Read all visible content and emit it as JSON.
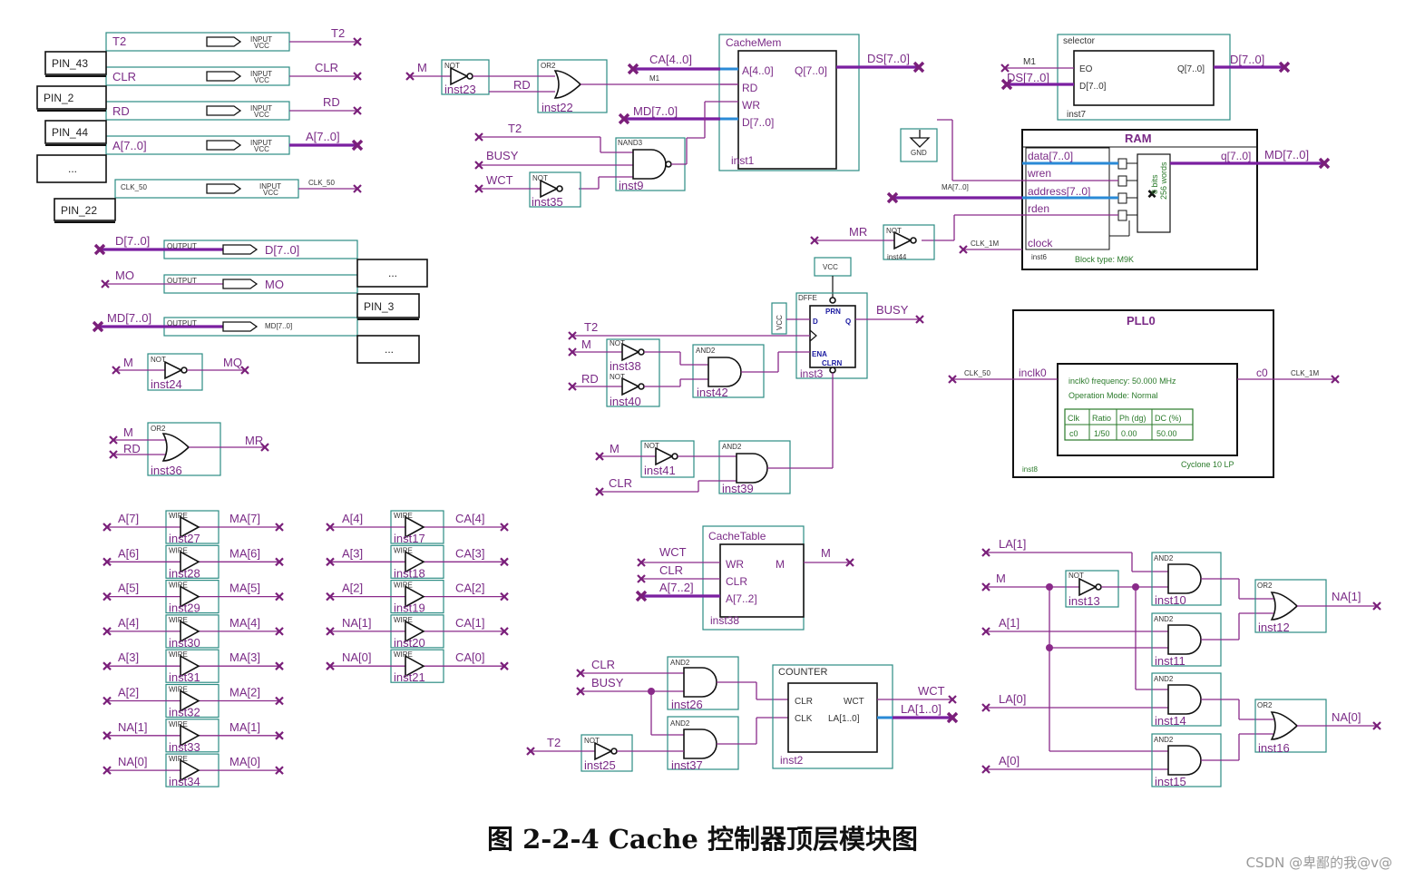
{
  "caption": "图 2-2-4  Cache 控制器顶层模块图",
  "watermark": "CSDN @卑鄙的我@v@",
  "pins": {
    "t2": "T2",
    "clr": "CLR",
    "rd": "RD",
    "a": "A[7..0]",
    "clk50": "CLK_50",
    "pin43": "PIN_43",
    "pin2": "PIN_2",
    "pin44": "PIN_44",
    "pin22": "PIN_22",
    "pin3": "PIN_3",
    "ellipsis": "...",
    "input": "INPUT",
    "vcc": "VCC",
    "output": "OUTPUT",
    "d_out": "D[7..0]",
    "mo": "MO",
    "md": "MD[7..0]"
  },
  "left_gates": {
    "m": "M",
    "not": "NOT",
    "mq": "MQ",
    "inst24": "inst24",
    "or2": "OR2",
    "rd": "RD",
    "mr": "MR",
    "inst36": "inst36"
  },
  "wire_col1": {
    "wire": "WIRE",
    "rows": [
      {
        "in": "A[7]",
        "out": "MA[7]",
        "inst": "inst27"
      },
      {
        "in": "A[6]",
        "out": "MA[6]",
        "inst": "inst28"
      },
      {
        "in": "A[5]",
        "out": "MA[5]",
        "inst": "inst29"
      },
      {
        "in": "A[4]",
        "out": "MA[4]",
        "inst": "inst30"
      },
      {
        "in": "A[3]",
        "out": "MA[3]",
        "inst": "inst31"
      },
      {
        "in": "A[2]",
        "out": "MA[2]",
        "inst": "inst32"
      },
      {
        "in": "NA[1]",
        "out": "MA[1]",
        "inst": "inst33"
      },
      {
        "in": "NA[0]",
        "out": "MA[0]",
        "inst": "inst34"
      }
    ]
  },
  "wire_col2": {
    "rows": [
      {
        "in": "A[4]",
        "out": "CA[4]",
        "inst": "inst17"
      },
      {
        "in": "A[3]",
        "out": "CA[3]",
        "inst": "inst18"
      },
      {
        "in": "A[2]",
        "out": "CA[2]",
        "inst": "inst19"
      },
      {
        "in": "NA[1]",
        "out": "CA[1]",
        "inst": "inst20"
      },
      {
        "in": "NA[0]",
        "out": "CA[0]",
        "inst": "inst21"
      }
    ]
  },
  "cachemem": {
    "title": "CacheMem",
    "a": "A[4..0]",
    "rd": "RD",
    "wr": "WR",
    "d": "D[7..0]",
    "q": "Q[7..0]",
    "inst": "inst1",
    "ca": "CA[4..0]",
    "m1": "M1",
    "md": "MD[7..0]",
    "ds": "DS[7..0]",
    "m": "M",
    "not": "NOT",
    "inst23": "inst23",
    "or2": "OR2",
    "rdlbl": "RD",
    "inst22": "inst22",
    "t2": "T2",
    "busy": "BUSY",
    "wct": "WCT",
    "nand3": "NAND3",
    "inst9": "inst9",
    "inst35": "inst35"
  },
  "selector": {
    "title": "selector",
    "eo": "EO",
    "d": "D[7..0]",
    "q": "Q[7..0]",
    "inst": "inst7",
    "m1": "M1",
    "ds": "DS[7..0]",
    "dout": "D[7..0]"
  },
  "ram": {
    "title": "RAM",
    "data": "data[7..0]",
    "wren": "wren",
    "address": "address[7..0]",
    "rden": "rden",
    "clock": "clock",
    "q": "q[7..0]",
    "md": "MD[7..0]",
    "bits": "8 bits",
    "words": "256 words",
    "block": "Block type: M9K",
    "inst": "inst6",
    "ma": "MA[7..0]",
    "gnd": "GND",
    "mr": "MR",
    "not": "NOT",
    "inst44": "inst44",
    "clk1m": "CLK_1M"
  },
  "dffe": {
    "vcc": "VCC",
    "title": "DFFE",
    "prn": "PRN",
    "d": "D",
    "q": "Q",
    "ena": "ENA",
    "clrn": "CLRN",
    "inst": "inst3",
    "busy": "BUSY",
    "t2": "T2",
    "m": "M",
    "rd": "RD",
    "not": "NOT",
    "inst38": "inst38",
    "inst40": "inst40",
    "and2": "AND2",
    "inst42": "inst42",
    "m2": "M",
    "clr": "CLR",
    "inst41": "inst41",
    "inst39": "inst39"
  },
  "pll": {
    "title": "PLL0",
    "inclk": "inclk0",
    "c0": "c0",
    "clk50": "CLK_50",
    "clk1m": "CLK_1M",
    "freq": "inclk0 frequency: 50.000 MHz",
    "mode": "Operation Mode: Normal",
    "table_head": [
      "Clk",
      "Ratio",
      "Ph (dg)",
      "DC (%)"
    ],
    "table_row": [
      "c0",
      "1/50",
      "0.00",
      "50.00"
    ],
    "inst": "inst8",
    "device": "Cyclone 10 LP"
  },
  "cachetable": {
    "title": "CacheTable",
    "wr": "WR",
    "clr": "CLR",
    "a": "A[7..2]",
    "m": "M",
    "inst": "inst38",
    "wct": "WCT",
    "clrin": "CLR",
    "ain": "A[7..2]",
    "mout": "M"
  },
  "counter": {
    "title": "COUNTER",
    "clr": "CLR",
    "clk": "CLK",
    "wct": "WCT",
    "la": "LA[1..0]",
    "inst": "inst2",
    "wctout": "WCT",
    "laout": "LA[1..0]",
    "clrin": "CLR",
    "busy": "BUSY",
    "t2": "T2",
    "and2": "AND2",
    "inst26": "inst26",
    "inst37": "inst37",
    "not": "NOT",
    "inst25": "inst25"
  },
  "na_logic": {
    "la1": "LA[1]",
    "m": "M",
    "a1": "A[1]",
    "la0": "LA[0]",
    "a0": "A[0]",
    "na1": "NA[1]",
    "na0": "NA[0]",
    "not": "NOT",
    "inst13": "inst13",
    "and2": "AND2",
    "or2": "OR2",
    "inst10": "inst10",
    "inst11": "inst11",
    "inst14": "inst14",
    "inst15": "inst15",
    "inst12": "inst12",
    "inst16": "inst16"
  }
}
